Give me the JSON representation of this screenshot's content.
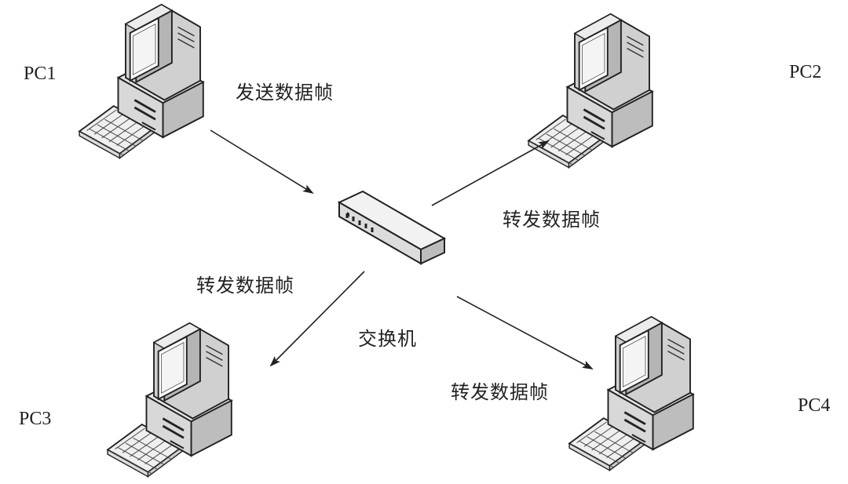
{
  "diagram": {
    "nodes": {
      "pc1": {
        "label": "PC1"
      },
      "pc2": {
        "label": "PC2"
      },
      "pc3": {
        "label": "PC3"
      },
      "pc4": {
        "label": "PC4"
      },
      "switch": {
        "label": "交换机"
      }
    },
    "edges": {
      "pc1_to_switch": {
        "label": "发送数据帧"
      },
      "switch_to_pc2": {
        "label": "转发数据帧"
      },
      "switch_to_pc3": {
        "label": "转发数据帧"
      },
      "switch_to_pc4": {
        "label": "转发数据帧"
      }
    }
  }
}
